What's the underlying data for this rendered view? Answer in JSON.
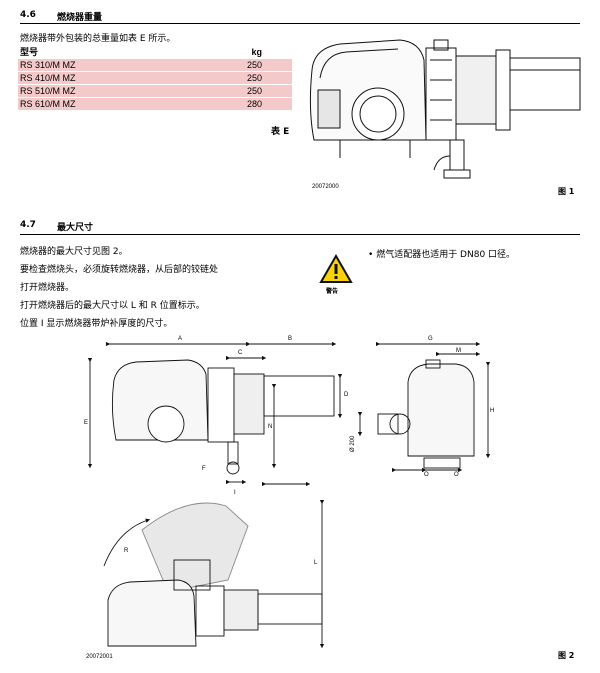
{
  "sec46": {
    "num": "4.6",
    "title": "燃烧器重量"
  },
  "weights": {
    "intro": "燃烧器带外包装的总重量如表 E 所示。",
    "col_model": "型号",
    "col_kg": "kg",
    "rows": [
      {
        "model": "RS 310/M MZ",
        "kg": "250"
      },
      {
        "model": "RS 410/M MZ",
        "kg": "250"
      },
      {
        "model": "RS 510/M MZ",
        "kg": "250"
      },
      {
        "model": "RS 610/M MZ",
        "kg": "280"
      }
    ],
    "table_label": "表 E"
  },
  "fig1": {
    "code": "20072000",
    "label": "图 1"
  },
  "sec47": {
    "num": "4.7",
    "title": "最大尺寸"
  },
  "dims_text": {
    "lines": [
      "燃烧器的最大尺寸见图 2。",
      "要检查燃烧头，必须旋转燃烧器，从后部的铰链处",
      "打开燃烧器。",
      "打开燃烧器后的最大尺寸以 L 和 R 位置标示。",
      "位置 I 显示燃烧器带炉补厚度的尺寸。"
    ]
  },
  "warning": {
    "icon": "warning-icon",
    "label": "警告",
    "text": "燃气适配器也适用于 DN80 口径。"
  },
  "fig2": {
    "code": "20072001",
    "label": "图 2",
    "letters": {
      "a": "A",
      "b": "B",
      "c": "C",
      "d": "D",
      "e": "E",
      "f": "F",
      "g": "G",
      "h": "H",
      "i": "I",
      "l": "L",
      "m": "M",
      "n": "N",
      "o": "O",
      "r": "R",
      "phi": "Ø 200"
    }
  }
}
